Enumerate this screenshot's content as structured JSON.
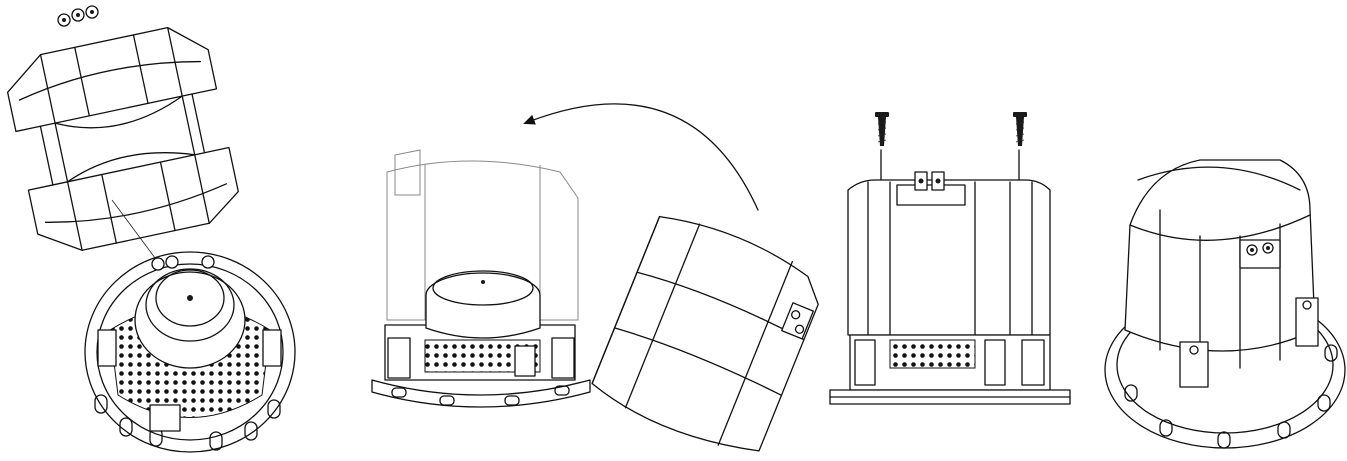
{
  "diagram": {
    "colors": {
      "line": "#111111",
      "ghost_line": "#8a8a8a",
      "background": "#ffffff"
    },
    "steps": [
      {
        "id": "step-1",
        "content": "back-box-lifted-above-speaker-with-guide-line"
      },
      {
        "id": "step-2",
        "content": "back-box-rotated-onto-speaker-curved-arrow"
      },
      {
        "id": "step-3",
        "content": "two-screws-inserted-downward-into-back-box"
      },
      {
        "id": "step-4",
        "content": "assembled-speaker-with-back-box"
      }
    ]
  }
}
